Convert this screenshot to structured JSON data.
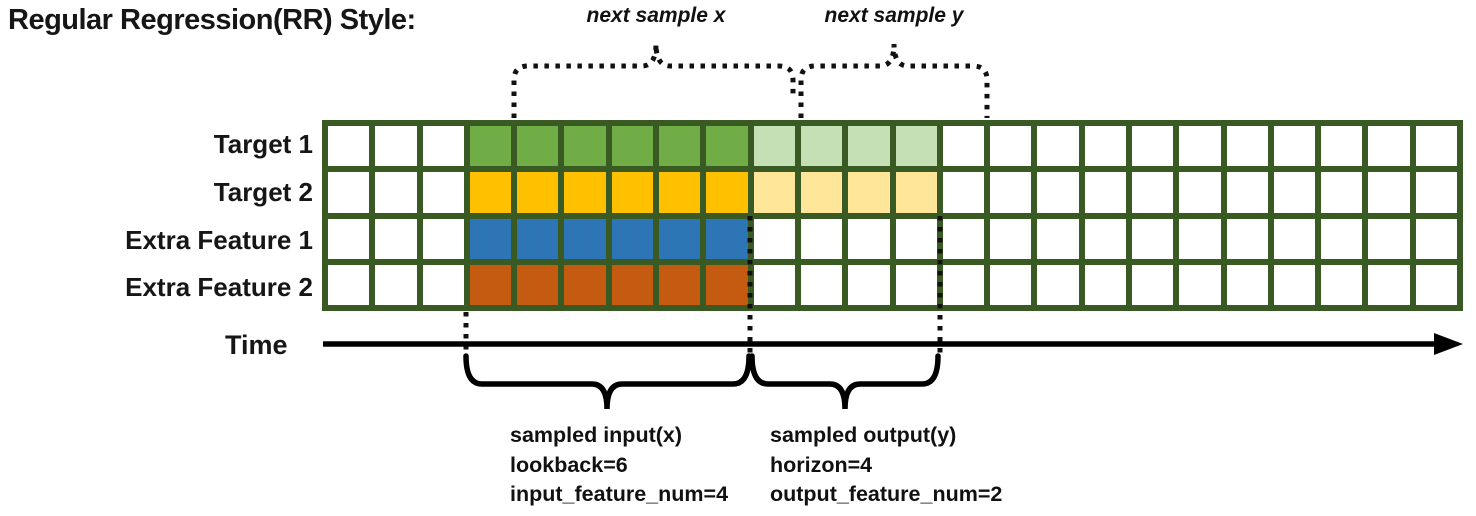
{
  "title": "Regular Regression(RR) Style:",
  "colors": {
    "grid_border": "#3A5A23",
    "green": "#70AD47",
    "green_light": "#C5E0B4",
    "gold": "#FFC000",
    "gold_light": "#FFE699",
    "blue": "#2E75B6",
    "orange": "#C55A11",
    "white": "#FFFFFF",
    "ink": "#111111"
  },
  "grid": {
    "n_cols": 24,
    "n_rows": 4,
    "lookback_start_col": 3,
    "lookback_cols": 6,
    "horizon_cols": 4,
    "rows": [
      {
        "label": "Target 1",
        "lookback_color": "green",
        "horizon_color": "green_light"
      },
      {
        "label": "Target 2",
        "lookback_color": "gold",
        "horizon_color": "gold_light"
      },
      {
        "label": "Extra Feature 1",
        "lookback_color": "blue",
        "horizon_color": null
      },
      {
        "label": "Extra Feature 2",
        "lookback_color": "orange",
        "horizon_color": null
      }
    ]
  },
  "annotations": {
    "next_sample_x": "next sample x",
    "next_sample_y": "next sample y",
    "time_label": "Time",
    "input_lines": [
      "sampled input(x)",
      "lookback=6",
      "input_feature_num=4"
    ],
    "output_lines": [
      "sampled output(y)",
      "horizon=4",
      "output_feature_num=2"
    ]
  }
}
